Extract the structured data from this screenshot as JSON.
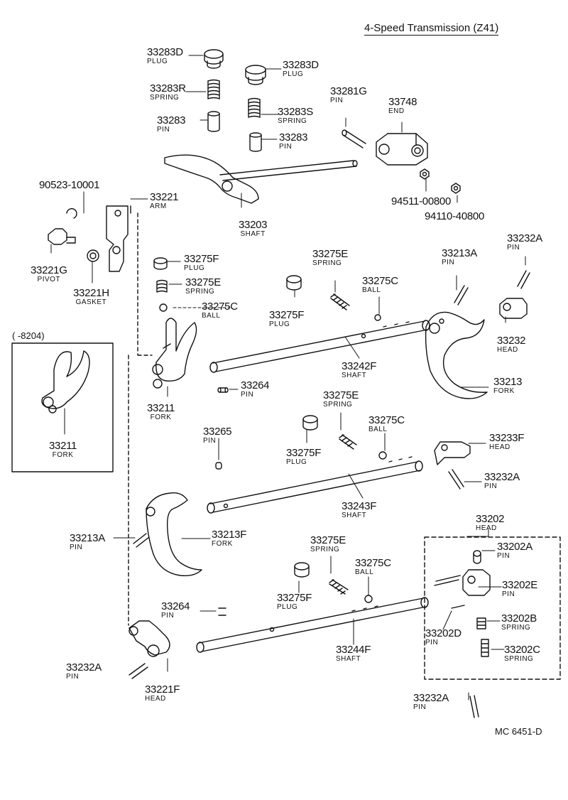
{
  "title": "4-Speed Transmission (Z41)",
  "code": "MC  6451-D",
  "callout": "(      -8204)",
  "parts": {
    "p33283D_a": {
      "num": "33283D",
      "name": "PLUG"
    },
    "p33283D_b": {
      "num": "33283D",
      "name": "PLUG"
    },
    "p33283R": {
      "num": "33283R",
      "name": "SPRING"
    },
    "p33283S": {
      "num": "33283S",
      "name": "SPRING"
    },
    "p33283_a": {
      "num": "33283",
      "name": "PIN"
    },
    "p33283_b": {
      "num": "33283",
      "name": "PIN"
    },
    "p33281G": {
      "num": "33281G",
      "name": "PIN"
    },
    "p33748": {
      "num": "33748",
      "name": "END"
    },
    "p33203": {
      "num": "33203",
      "name": "SHAFT"
    },
    "p90523": {
      "num": "90523-10001",
      "name": ""
    },
    "p33221": {
      "num": "33221",
      "name": "ARM"
    },
    "p94511": {
      "num": "94511-00800",
      "name": ""
    },
    "p94110": {
      "num": "94110-40800",
      "name": ""
    },
    "p33221G": {
      "num": "33221G",
      "name": "PIVOT"
    },
    "p33221H": {
      "num": "33221H",
      "name": "GASKET"
    },
    "p33275F_a": {
      "num": "33275F",
      "name": "PLUG"
    },
    "p33275E_a": {
      "num": "33275E",
      "name": "SPRING"
    },
    "p33275C_a": {
      "num": "33275C",
      "name": "BALL"
    },
    "p33275E_b": {
      "num": "33275E",
      "name": "SPRING"
    },
    "p33275C_b": {
      "num": "33275C",
      "name": "BALL"
    },
    "p33275F_b": {
      "num": "33275F",
      "name": "PLUG"
    },
    "p33213A_a": {
      "num": "33213A",
      "name": "PIN"
    },
    "p33232A_a": {
      "num": "33232A",
      "name": "PIN"
    },
    "p33232": {
      "num": "33232",
      "name": "HEAD"
    },
    "p33242F": {
      "num": "33242F",
      "name": "SHAFT"
    },
    "p33213": {
      "num": "33213",
      "name": "FORK"
    },
    "p33264_a": {
      "num": "33264",
      "name": "PIN"
    },
    "p33211_a": {
      "num": "33211",
      "name": "FORK"
    },
    "p33211_b": {
      "num": "33211",
      "name": "FORK"
    },
    "p33265": {
      "num": "33265",
      "name": "PIN"
    },
    "p33275E_c": {
      "num": "33275E",
      "name": "SPRING"
    },
    "p33275C_c": {
      "num": "33275C",
      "name": "BALL"
    },
    "p33275F_c": {
      "num": "33275F",
      "name": "PLUG"
    },
    "p33233F": {
      "num": "33233F",
      "name": "HEAD"
    },
    "p33232A_b": {
      "num": "33232A",
      "name": "PIN"
    },
    "p33243F": {
      "num": "33243F",
      "name": "SHAFT"
    },
    "p33202": {
      "num": "33202",
      "name": "HEAD"
    },
    "p33213A_b": {
      "num": "33213A",
      "name": "PIN"
    },
    "p33213F": {
      "num": "33213F",
      "name": "FORK"
    },
    "p33275E_d": {
      "num": "33275E",
      "name": "SPRING"
    },
    "p33275C_d": {
      "num": "33275C",
      "name": "BALL"
    },
    "p33202A": {
      "num": "33202A",
      "name": "PIN"
    },
    "p33202E": {
      "num": "33202E",
      "name": "PIN"
    },
    "p33275F_d": {
      "num": "33275F",
      "name": "PLUG"
    },
    "p33264_b": {
      "num": "33264",
      "name": "PIN"
    },
    "p33202B": {
      "num": "33202B",
      "name": "SPRING"
    },
    "p33202D": {
      "num": "33202D",
      "name": "PIN"
    },
    "p33202C": {
      "num": "33202C",
      "name": "SPRING"
    },
    "p33244F": {
      "num": "33244F",
      "name": "SHAFT"
    },
    "p33232A_c": {
      "num": "33232A",
      "name": "PIN"
    },
    "p33221F": {
      "num": "33221F",
      "name": "HEAD"
    },
    "p33232A_d": {
      "num": "33232A",
      "name": "PIN"
    }
  }
}
